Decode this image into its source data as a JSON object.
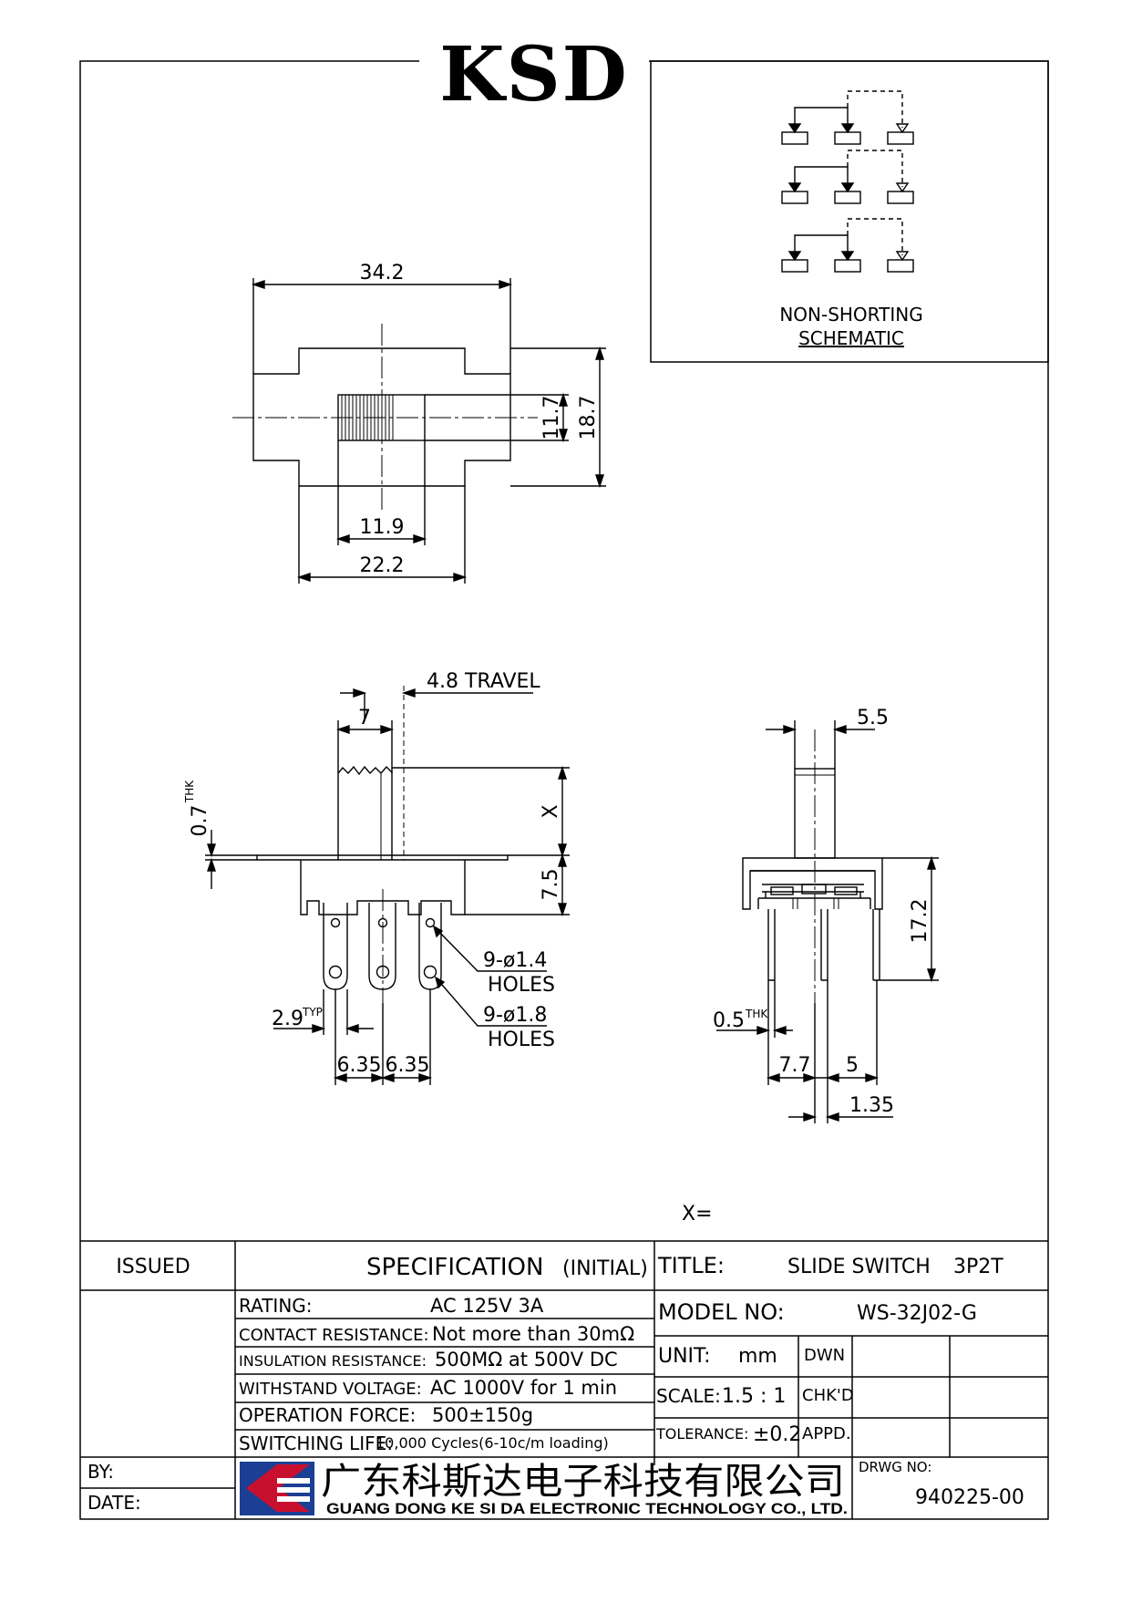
{
  "logo": {
    "text": "KSD"
  },
  "schematic": {
    "line1": "NON-SHORTING",
    "line2": "SCHEMATIC"
  },
  "top_view": {
    "dim_width": "34.2",
    "dim_height_outer": "18.7",
    "dim_height_inner": "11.7",
    "dim_knob": "11.9",
    "dim_body": "22.2"
  },
  "side_view": {
    "travel": "4.8  TRAVEL",
    "dim_7": "7",
    "dim_x": "X",
    "dim_75": "7.5",
    "dim_07": "0.7",
    "thk": "THK",
    "dim_29": "2.9",
    "typ": "TYP",
    "holes1_a": "9-ø1.4",
    "holes1_b": "HOLES",
    "holes2_a": "9-ø1.8",
    "holes2_b": "HOLES",
    "dim_635a": "6.35",
    "dim_635b": "6.35"
  },
  "end_view": {
    "dim_55": "5.5",
    "dim_172": "17.2",
    "dim_05": "0.5",
    "thk": "THK",
    "dim_77": "7.7",
    "dim_5": "5",
    "dim_135": "1.35"
  },
  "x_eq": "X=",
  "table": {
    "issued": "ISSUED",
    "spec_title": "SPECIFICATION",
    "spec_initial": "(INITIAL)",
    "title_label": "TITLE:",
    "title_value": "SLIDE  SWITCH",
    "title_type": "3P2T",
    "rows": [
      {
        "label": "RATING:",
        "value": "AC  125V   3A"
      },
      {
        "label": "CONTACT  RESISTANCE:",
        "value": "Not  more  than  30mΩ"
      },
      {
        "label": "INSULATION  RESISTANCE:",
        "value": "500MΩ  at  500V  DC"
      },
      {
        "label": "WITHSTAND  VOLTAGE:",
        "value": "AC  1000V  for  1  min"
      },
      {
        "label": "OPERATION  FORCE:",
        "value": "500±150g"
      },
      {
        "label": "SWITCHING  LIFE:",
        "value": "10,000  Cycles(6-10c/m  loading)"
      }
    ],
    "model_label": "MODEL  NO:",
    "model_value": "WS-32J02-G",
    "unit_label": "UNIT:",
    "unit_value": "mm",
    "dwn": "DWN",
    "scale_label": "SCALE:",
    "scale_value": "1.5  :  1",
    "chkd": "CHK'D",
    "tolerance_label": "TOLERANCE:",
    "tolerance_value": "±0.2",
    "appd": "APPD.",
    "by": "BY:",
    "date": "DATE:",
    "drwg_label": "DRWG  NO:",
    "drwg_value": "940225-00",
    "company_cn": "广东科斯达电子科技有限公司",
    "company_en": "GUANG DONG KE SI DA ELECTRONIC TECHNOLOGY CO., LTD."
  },
  "colors": {
    "logo_red": "#c8102e",
    "logo_blue": "#1b3f95",
    "ink": "#000000"
  }
}
